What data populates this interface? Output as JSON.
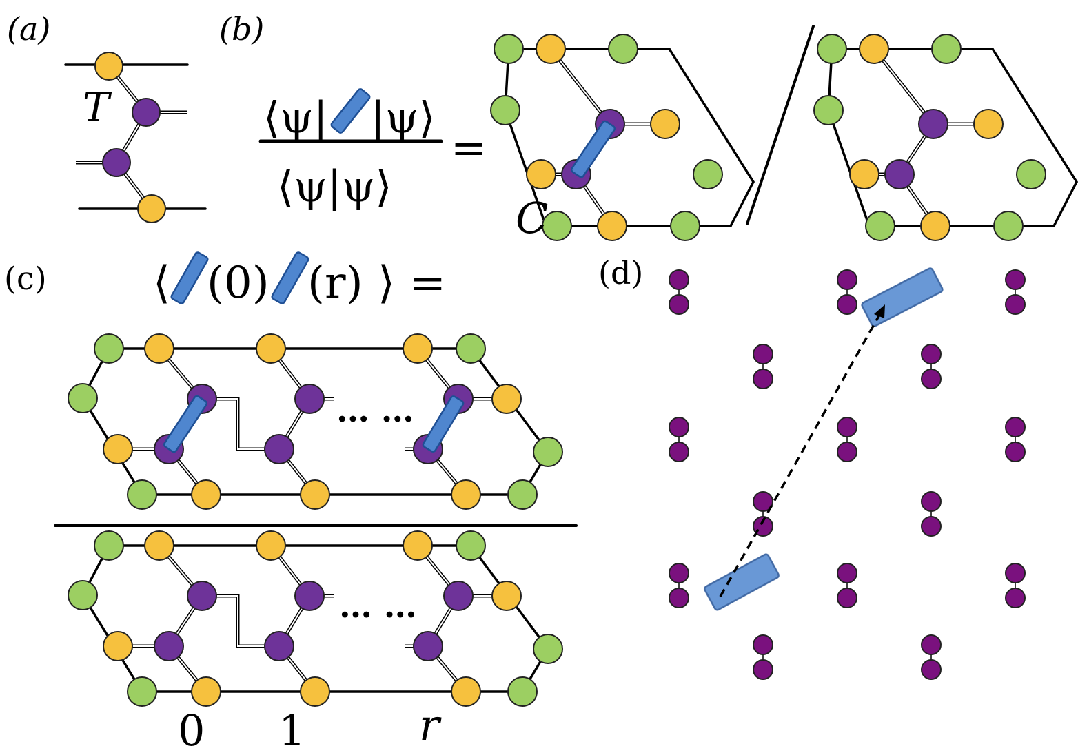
{
  "panels": {
    "a": {
      "label": "(a)",
      "tensor_label": "T"
    },
    "b": {
      "label": "(b)",
      "numerator_left": "⟨ψ|",
      "numerator_right": "|ψ⟩",
      "denominator": "⟨ψ|ψ⟩",
      "equals": "=",
      "tensor_label": "C"
    },
    "c": {
      "label": "(c)",
      "formula_open": "⟨",
      "formula_arg0": "(0)",
      "formula_argr": "(r)",
      "formula_close": "⟩ =",
      "dots": "… …",
      "index_0": "0",
      "index_1": "1",
      "index_r": "r"
    },
    "d": {
      "label": "(d)"
    }
  },
  "colors": {
    "green": "#9ccf62",
    "orange": "#f6c13e",
    "purple": "#6e3399",
    "lattice_node": "#7a117e",
    "dimer": "#4f86cf",
    "dimer_edge": "#1f4f94"
  }
}
